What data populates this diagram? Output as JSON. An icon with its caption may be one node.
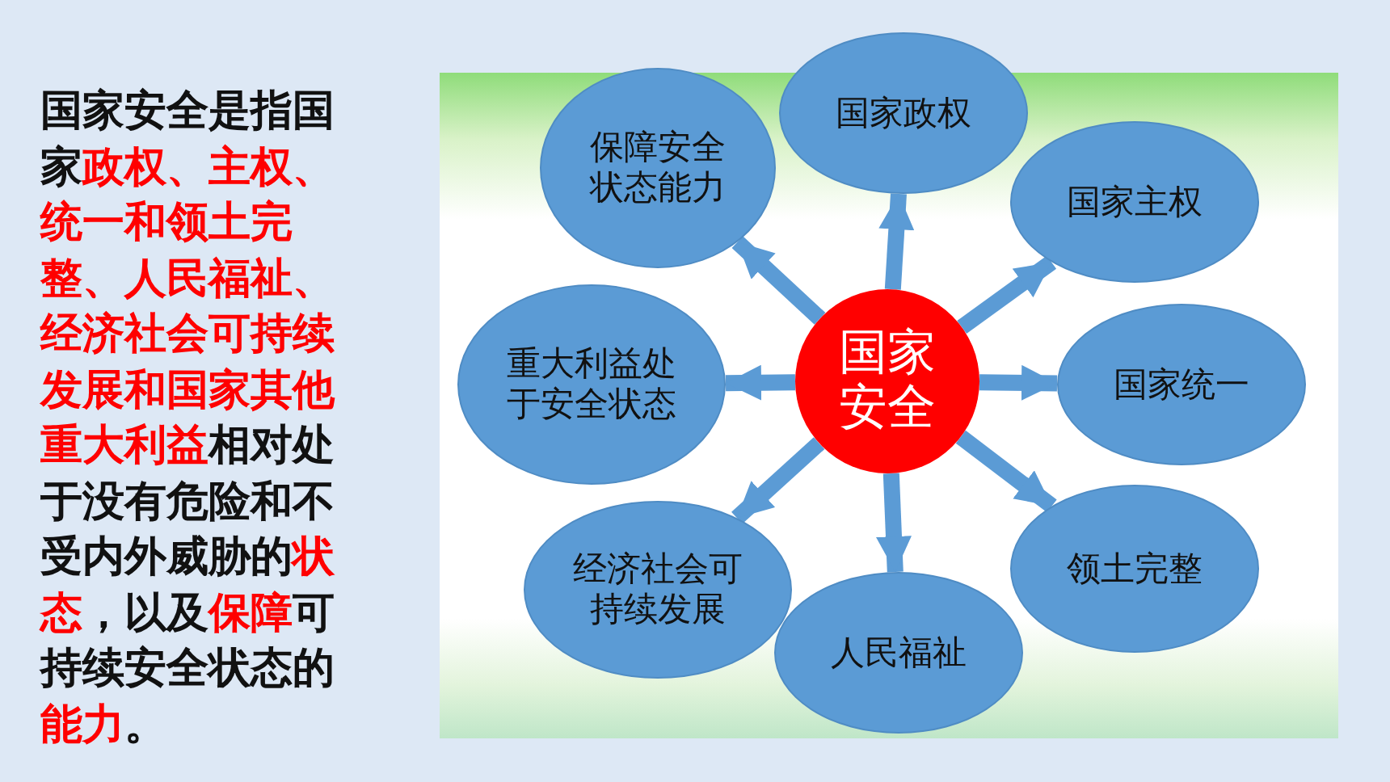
{
  "diagram": {
    "nodes": [
      {
        "text": [
          "国家安全"
        ]
      },
      {
        "text": [
          "国家政权"
        ]
      },
      {
        "text": [
          "国家主权"
        ]
      },
      {
        "text": [
          "国家统一"
        ]
      },
      {
        "text": [
          "领土完整"
        ]
      },
      {
        "text": [
          "人民福祉"
        ]
      },
      {
        "text": [
          "经济社会可持续发展"
        ]
      },
      {
        "text": [
          "重大利益处于安全状态"
        ]
      },
      {
        "text": [
          "保障安全状态能力"
        ]
      }
    ],
    "edges": [
      {
        "from": 0,
        "to": 1,
        "arrow": "to"
      },
      {
        "from": 0,
        "to": 2,
        "arrow": "to"
      },
      {
        "from": 0,
        "to": 3,
        "arrow": "to"
      },
      {
        "from": 0,
        "to": 4,
        "arrow": "to"
      },
      {
        "from": 0,
        "to": 5,
        "arrow": "to"
      },
      {
        "from": 0,
        "to": 6,
        "arrow": "to"
      },
      {
        "from": 0,
        "to": 7,
        "arrow": "to"
      },
      {
        "from": 0,
        "to": 8,
        "arrow": "to"
      }
    ],
    "labels": [
      "国家安全是指国家**政权、主权、统一和领土完整、人民福祉、经济社会可持续发展和国家其他重大利益**相对处于没有危险和不受内外威胁的**状态**，以及**保障**可持续安全状态的**能力**。"
    ]
  }
}
